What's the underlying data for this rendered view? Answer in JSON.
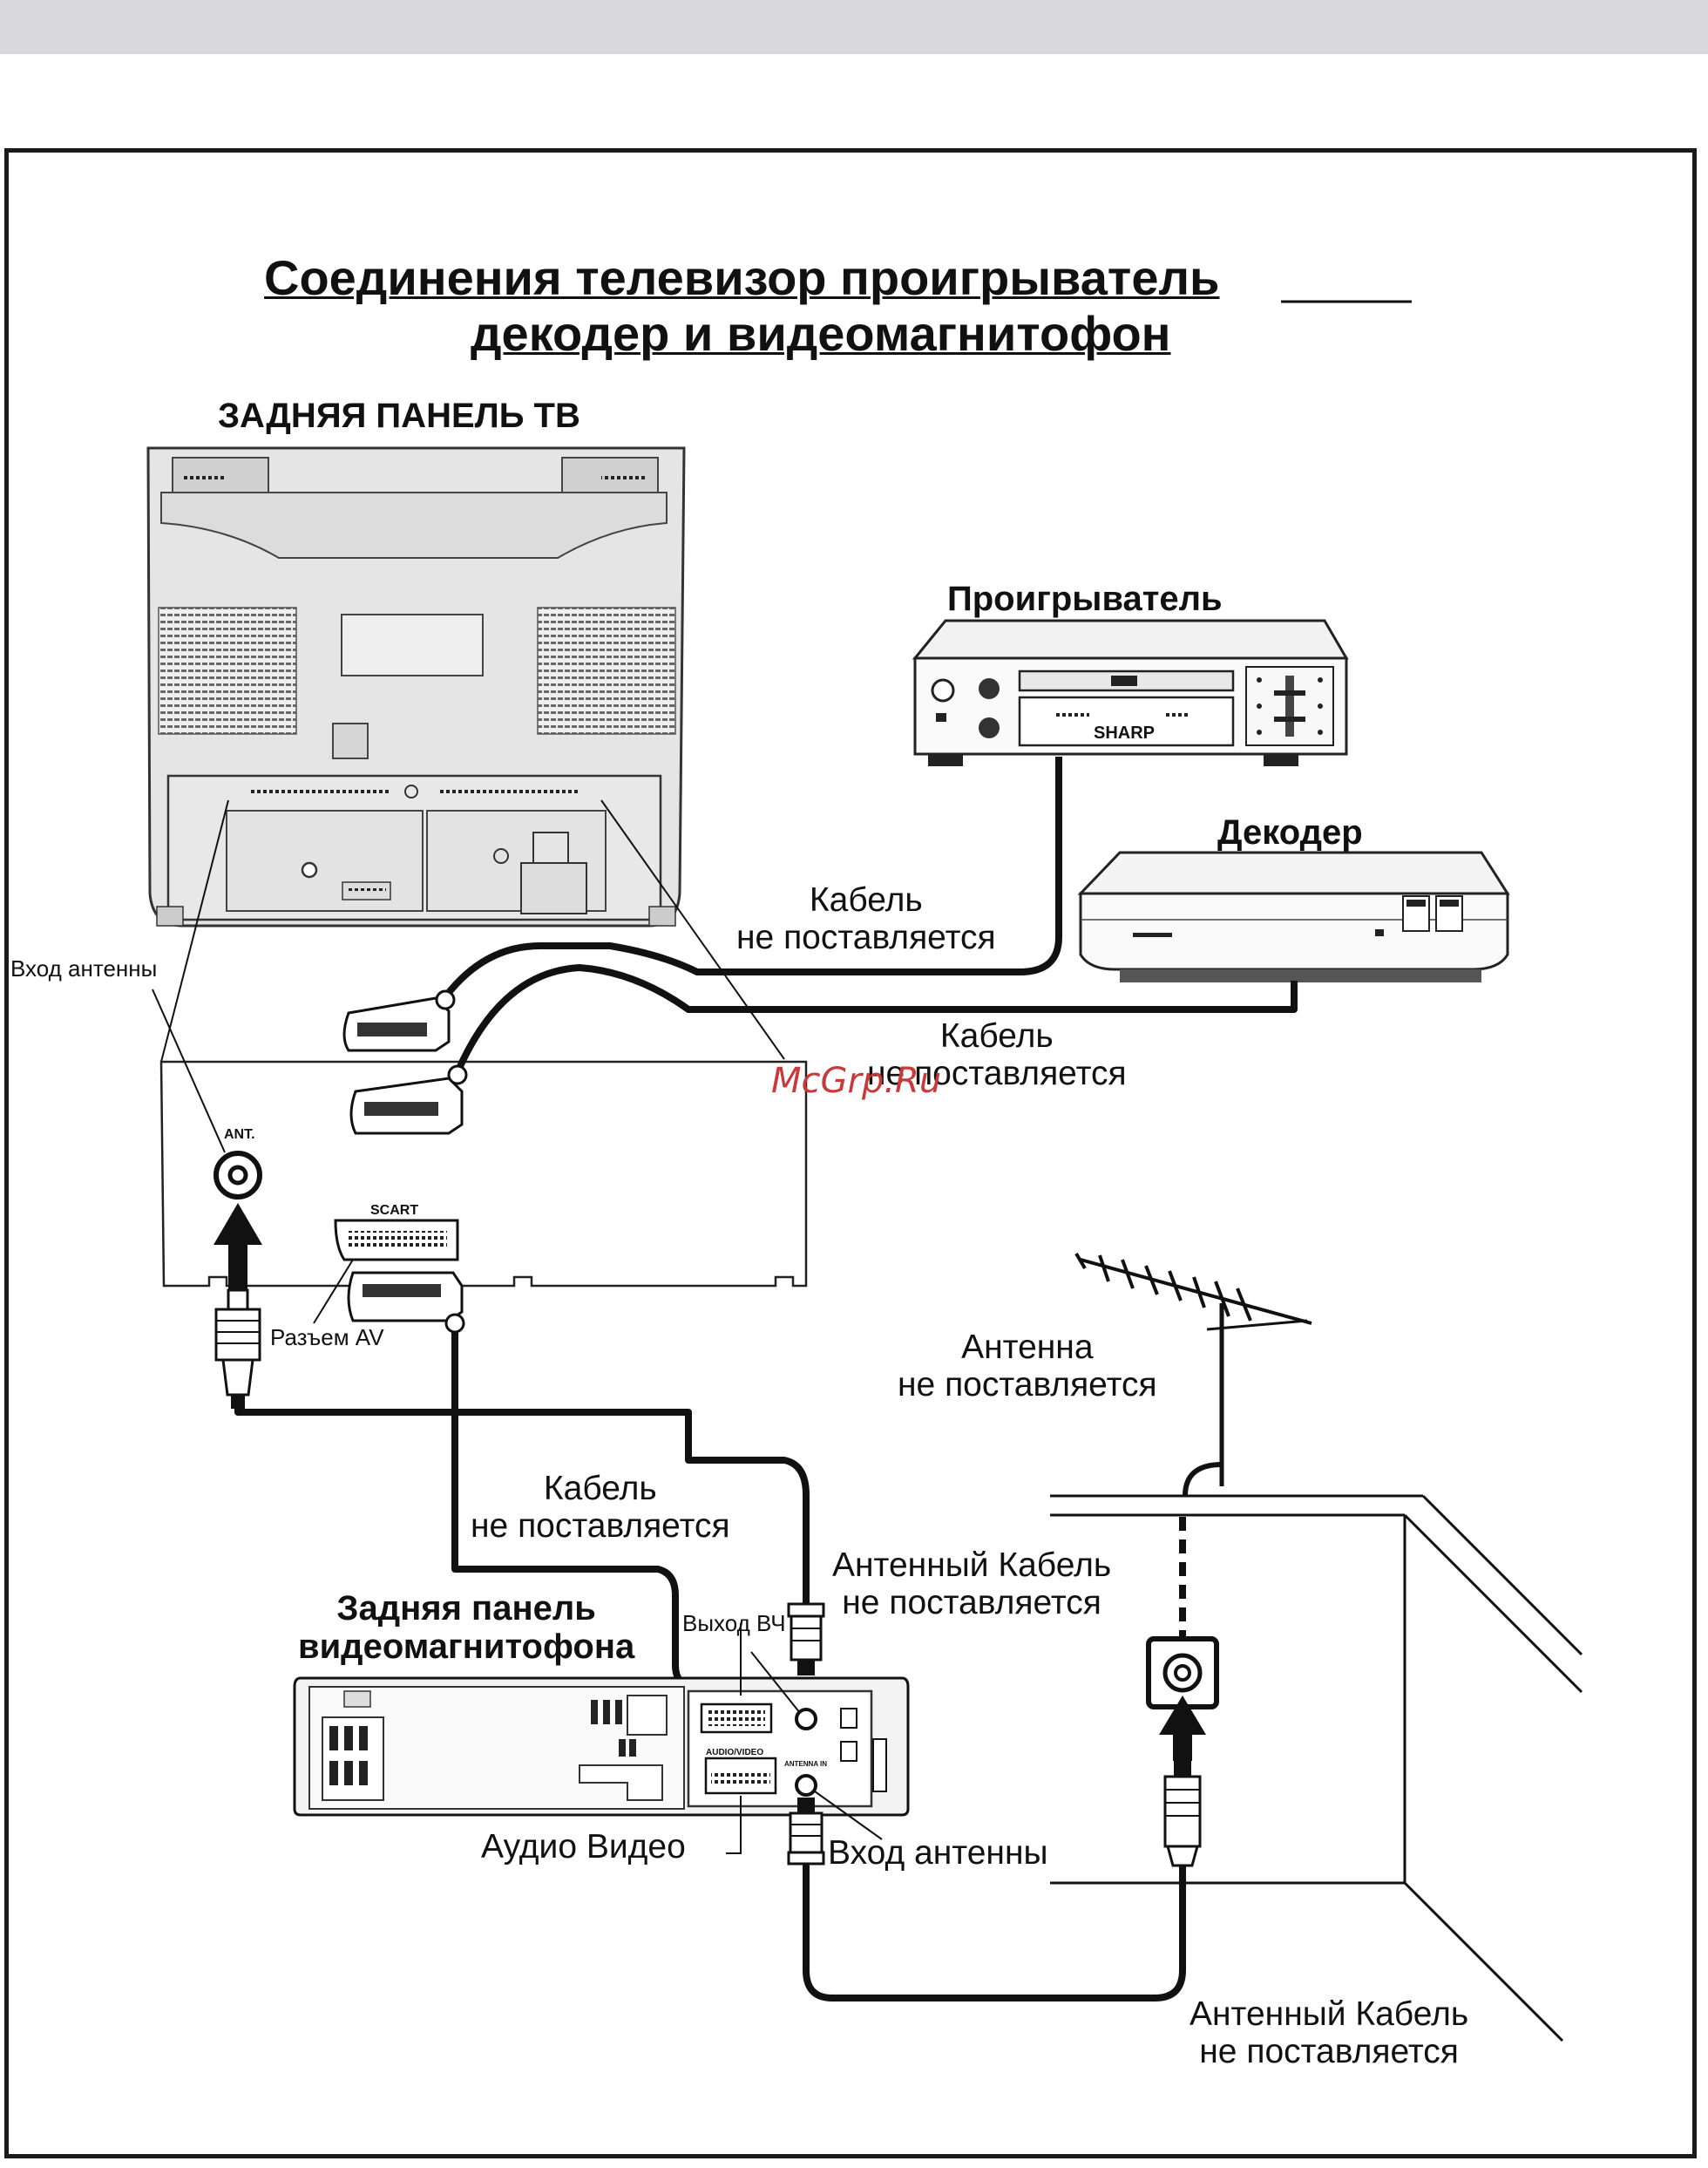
{
  "title": {
    "line1": "Соединения   телевизор  проигрыватель",
    "line2": "декодер и видеомагнитофон"
  },
  "tv_back_label": "ЗАДНЯЯ ПАНЕЛЬ ТВ",
  "player_label": "Проигрыватель",
  "player_display": "SHARP",
  "decoder_label": "Декодер",
  "antenna_input_label": "Вход  антенны",
  "tv_panel": {
    "ant_label": "ANT.",
    "scart_label": "SCART"
  },
  "av_connector_label": "Разъем AV",
  "cable_player": {
    "line1": "Кабель",
    "line2": "не поставляется"
  },
  "cable_decoder": {
    "line1": "Кабель",
    "line2": "не поставляется"
  },
  "watermark": "McGrp.Ru",
  "antenna": {
    "line1": "Антенна",
    "line2": "не поставляется"
  },
  "cable_scart": {
    "line1": "Кабель",
    "line2": "не поставляется"
  },
  "antenna_cable_top": {
    "line1": "Антенный Кабель",
    "line2": "не поставляется"
  },
  "vcr_back_label": {
    "line1": "Задняя панель",
    "line2": "видеомагнитофона"
  },
  "rf_out_label": "Выход ВЧ",
  "vcr_panel": {
    "audio_video_label": "AUDIO/VIDEO",
    "antenna_in_label": "ANTENNA IN"
  },
  "audio_video_label": "Аудио Видео",
  "vcr_antenna_input_label": "Вход  антенны",
  "antenna_cable_bottom": {
    "line1": "Антенный Кабель",
    "line2": "не поставляется"
  },
  "colors": {
    "line": "#111111",
    "device_fill": "#e6e6e6",
    "grille": "#555555",
    "watermark": "#c9393a"
  }
}
